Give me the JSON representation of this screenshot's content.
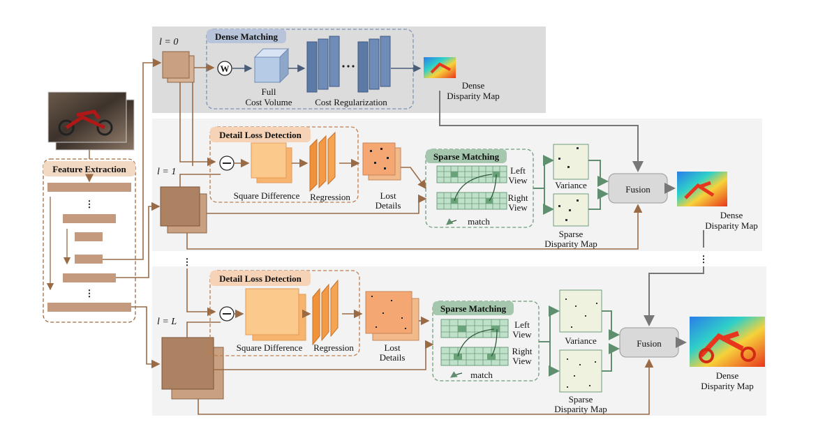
{
  "levels": {
    "l0": "l = 0",
    "l1": "l = 1",
    "lL": "l = L"
  },
  "feature_extraction": {
    "title": "Feature Extraction"
  },
  "dense_matching": {
    "title": "Dense Matching",
    "warp_symbol": "W",
    "full_cost_volume": [
      "Full",
      "Cost Volume"
    ],
    "cost_regularization": "Cost Regularization",
    "dense_disparity": [
      "Dense",
      "Disparity Map"
    ]
  },
  "detail_loss": {
    "title": "Detail Loss Detection",
    "square_difference": "Square Difference",
    "regression": "Regression",
    "lost_details": [
      "Lost",
      "Details"
    ]
  },
  "sparse_matching": {
    "title": "Sparse Matching",
    "left_view": [
      "Left",
      "View"
    ],
    "right_view": [
      "Right",
      "View"
    ],
    "match": "match",
    "variance": "Variance",
    "sparse_disparity": [
      "Sparse",
      "Disparity Map"
    ]
  },
  "fusion": "Fusion",
  "dense_disparity": [
    "Dense",
    "Disparity Map"
  ],
  "ellipsis_dots": "⋮",
  "colors": {
    "brown": "#9a6a45",
    "orange": "#f6a75c",
    "blue": "#6f8cb8",
    "green": "#6e9c7b",
    "gray_panel": "#dcdcdc",
    "light_panel": "#f3f3f3"
  }
}
